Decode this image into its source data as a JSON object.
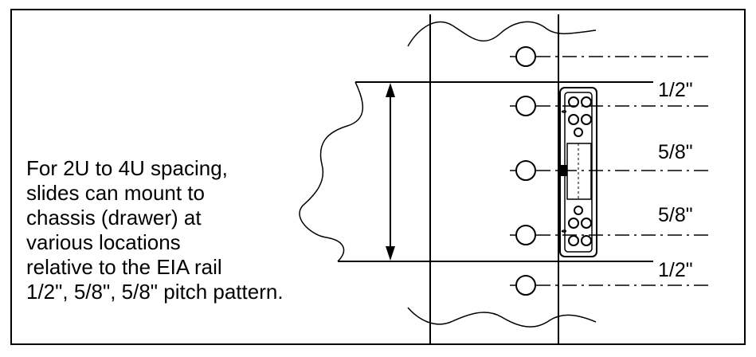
{
  "caption": {
    "lines": [
      "For 2U to 4U spacing,",
      "slides can mount to",
      "chassis (drawer) at",
      "various locations",
      "relative to the EIA rail",
      "1/2\", 5/8\", 5/8\" pitch pattern."
    ]
  },
  "dimensions": {
    "d1": "1/2\"",
    "d2": "5/8\"",
    "d3": "5/8\"",
    "d4": "1/2\""
  }
}
